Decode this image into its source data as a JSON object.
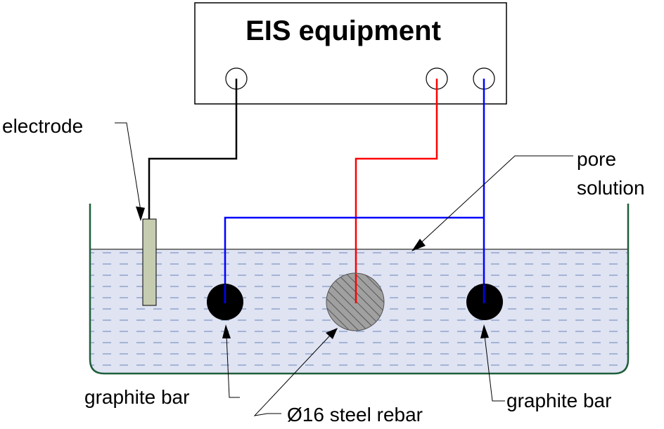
{
  "diagram": {
    "equipment_label": "EIS equipment",
    "labels": {
      "electrode": "electrode",
      "pore_solution_line1": "pore",
      "pore_solution_line2": "solution",
      "graphite_bar_left": "graphite bar",
      "graphite_bar_right": "graphite bar",
      "steel_rebar": "Ø16 steel rebar"
    },
    "colors": {
      "outline": "#000000",
      "container": "#1e5f3a",
      "solution_fill": "#dfe3f2",
      "solution_dash": "#6a86b8",
      "wire_black": "#000000",
      "wire_red": "#ff0000",
      "wire_blue": "#0000ff",
      "electrode_fill": "#c5ccb0",
      "rebar_fill": "#a0a0a0",
      "rebar_hatch": "#444444",
      "graphite_fill": "#000000",
      "arrow": "#000000"
    }
  }
}
